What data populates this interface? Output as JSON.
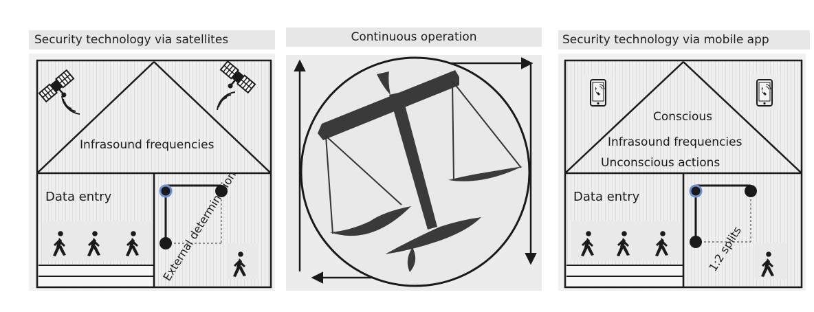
{
  "left_panel": {
    "title": "Security technology via satellites",
    "roof_label": "Infrasound frequencies",
    "room_label": "Data entry",
    "diagonal_label": "External determination",
    "icons": [
      "satellite-icon",
      "satellite-icon",
      "walking-person-icon",
      "walking-person-icon",
      "walking-person-icon",
      "walking-person-icon"
    ]
  },
  "center_panel": {
    "title": "Continuous operation",
    "icons": [
      "balance-scale-icon"
    ]
  },
  "right_panel": {
    "title": "Security technology via mobile app",
    "roof_label_1": "Conscious",
    "roof_label_2": "Infrasound frequencies",
    "roof_label_3": "Unconscious actions",
    "room_label": "Data entry",
    "diagonal_label": "1:2 splits",
    "icons": [
      "smartphone-icon",
      "smartphone-icon",
      "walking-person-icon",
      "walking-person-icon",
      "walking-person-icon",
      "walking-person-icon"
    ]
  },
  "colors": {
    "line": "#1a1a1a",
    "panel": "#efefef",
    "hatch": "#d2d2d2",
    "node_blue": "#6d8fd4"
  }
}
